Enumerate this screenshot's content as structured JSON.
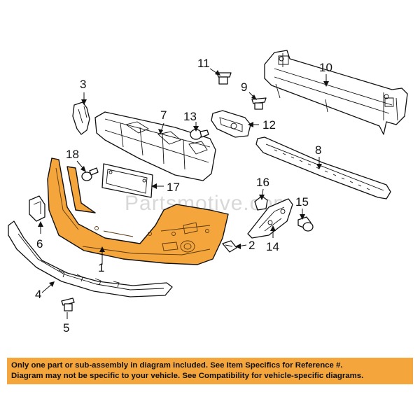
{
  "watermark": "Partsmotive.com",
  "callouts": [
    "1",
    "2",
    "3",
    "4",
    "5",
    "6",
    "7",
    "8",
    "9",
    "10",
    "11",
    "12",
    "13",
    "14",
    "15",
    "16",
    "17",
    "18"
  ],
  "notice": {
    "line1": "Only one part or sub-assembly in diagram included. See Item Specifics for Reference #.",
    "line2": "Diagram may not be specific to your vehicle. See Compatibility for vehicle-specific diagrams."
  },
  "colors": {
    "highlight": "#f4a53c",
    "outline": "#111111",
    "background": "#ffffff"
  }
}
